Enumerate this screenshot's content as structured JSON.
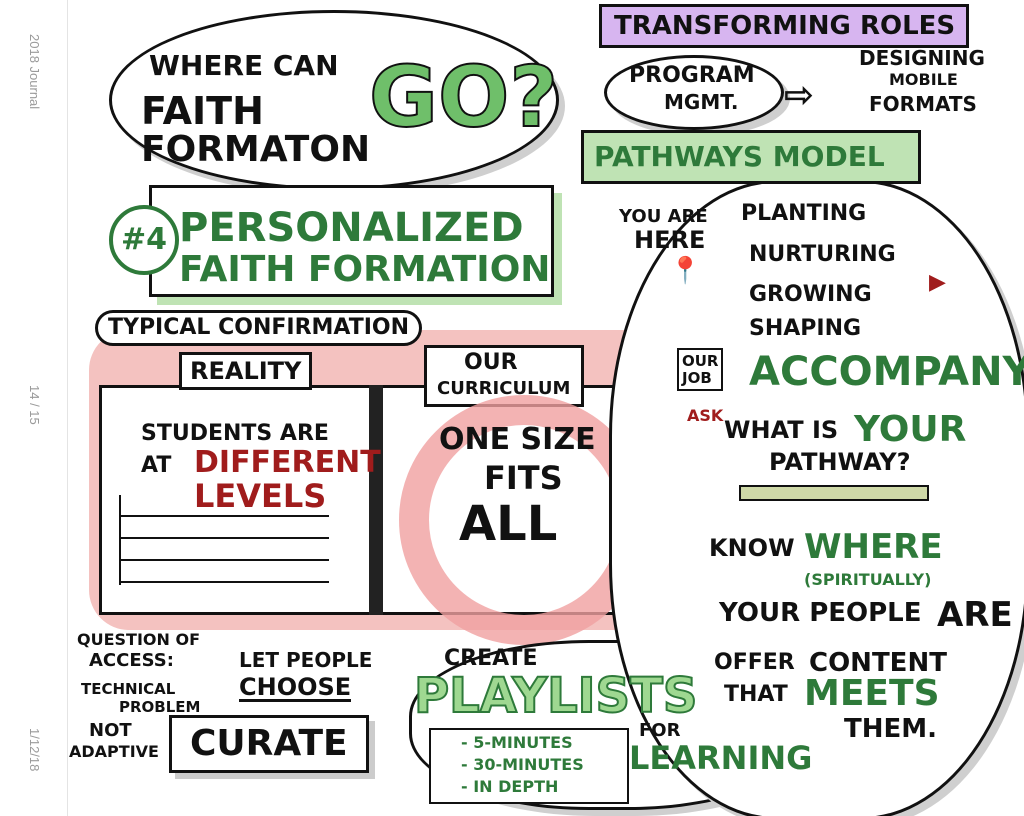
{
  "sidebar": {
    "journal_title": "2018 Journal",
    "page_indicator": "14 / 15",
    "date": "1/12/18"
  },
  "sketch": {
    "title_line1": "WHERE CAN",
    "title_line2": "FAITH",
    "title_line3": "FORMATON",
    "title_go": "GO?",
    "number": "#4",
    "heading1": "PERSONALIZED",
    "heading2": "FAITH FORMATION",
    "typical": "TYPICAL CONFIRMATION",
    "reality": "REALITY",
    "our_curriculum_1": "OUR",
    "our_curriculum_2": "CURRICULUM",
    "students1": "STUDENTS ARE",
    "students2": "AT",
    "different": "DIFFERENT",
    "levels": "LEVELS",
    "one_size1": "ONE SIZE",
    "one_size2": "FITS",
    "one_size3": "ALL",
    "question1": "QUESTION OF",
    "question2": "ACCESS:",
    "technical1": "TECHNICAL",
    "technical2": "PROBLEM",
    "not1": "NOT",
    "not2": "ADAPTIVE",
    "let_people": "LET PEOPLE",
    "choose": "CHOOSE",
    "curate": "CURATE",
    "create": "CREATE",
    "playlists": "PLAYLISTS",
    "pl1": "- 5-MINUTES",
    "pl2": "- 30-MINUTES",
    "pl3": "- IN DEPTH",
    "for": "FOR",
    "learning": "LEARNING",
    "transforming": "TRANSFORMING ROLES",
    "program1": "PROGRAM",
    "program2": "MGMT.",
    "designing1": "DESIGNING",
    "designing2": "MOBILE",
    "designing3": "FORMATS",
    "pathways": "PATHWAYS MODEL",
    "you_are": "YOU ARE",
    "here": "HERE",
    "planting": "PLANTING",
    "nurturing": "NURTURING",
    "growing": "GROWING",
    "shaping": "SHAPING",
    "our_job1": "OUR",
    "our_job2": "JOB",
    "accompany": "ACCOMPANY!",
    "ask": "ASK",
    "what_is": "WHAT IS",
    "your": "YOUR",
    "pathway": "PATHWAY?",
    "know": "KNOW",
    "where": "WHERE",
    "spiritually": "(SPIRITUALLY)",
    "your_people": "YOUR PEOPLE",
    "are": "ARE",
    "offer": "OFFER",
    "content": "CONTENT",
    "that": "THAT",
    "meets": "MEETS",
    "them": "THEM."
  },
  "colors": {
    "green": "#2e7a3a",
    "red": "#a01c1c",
    "pink": "#f2b7b5",
    "purple": "#d7b5f0",
    "lightgreen": "#bfe3b4"
  }
}
